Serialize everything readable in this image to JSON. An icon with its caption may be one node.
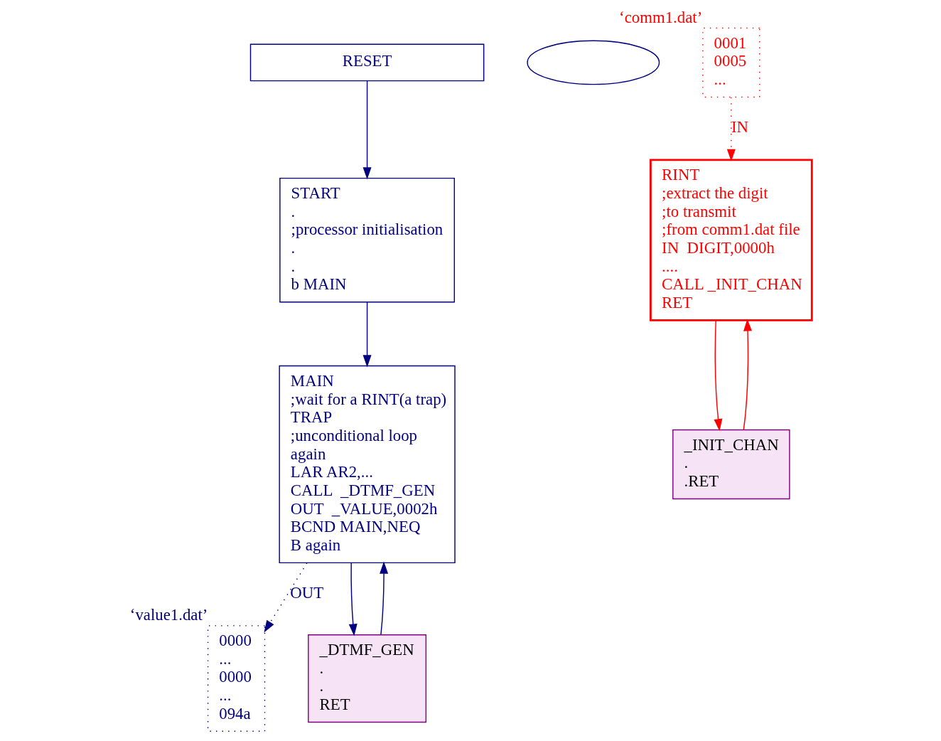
{
  "diagram": {
    "nodes": [
      {
        "text": [
          "RESET"
        ]
      },
      {
        "text": [
          "START",
          ".",
          ";processor initialisation",
          ".",
          ".",
          "b MAIN"
        ]
      },
      {
        "text": [
          "MAIN",
          ";wait for a RINT(a trap)",
          "TRAP",
          ";unconditional loop",
          "again",
          "LAR AR2,...",
          "CALL  _DTMF_GEN",
          "OUT  _VALUE,0002h",
          "BCND MAIN,NEQ",
          "B again"
        ]
      },
      {
        "text": [],
        "shape": "ellipse"
      },
      {
        "text": [
          "RINT",
          ";extract the digit",
          ";to transmit",
          ";from comm1.dat file",
          "IN  DIGIT,0000h",
          "....",
          "CALL _INIT_CHAN",
          "RET"
        ]
      },
      {
        "text": [
          "0001",
          "0005",
          "..."
        ],
        "beside": [
          "‘comm1.dat’"
        ]
      },
      {
        "text": [
          "_INIT_CHAN",
          ".",
          ".RET"
        ]
      },
      {
        "text": [
          "0000",
          "...",
          "0000",
          "...",
          "094a"
        ],
        "beside": [
          "‘value1.dat’"
        ]
      },
      {
        "text": [
          "_DTMF_GEN",
          ".",
          ".",
          "RET"
        ]
      }
    ],
    "edges": [
      {
        "from": 0,
        "to": 1,
        "arrow": "to"
      },
      {
        "from": 1,
        "to": 2,
        "arrow": "to"
      },
      {
        "from": 5,
        "to": 4,
        "arrow": "to",
        "label": "IN",
        "style": "dashed",
        "color": "#ff0000"
      },
      {
        "from": 4,
        "to": 6,
        "arrow": "to",
        "color": "#ff0000"
      },
      {
        "from": 6,
        "to": 4,
        "arrow": "to",
        "color": "#ff0000"
      },
      {
        "from": 2,
        "to": 7,
        "arrow": "to",
        "label": "OUT",
        "style": "dashed"
      },
      {
        "from": 2,
        "to": 8,
        "arrow": "to"
      },
      {
        "from": 8,
        "to": 2,
        "arrow": "to"
      }
    ]
  }
}
